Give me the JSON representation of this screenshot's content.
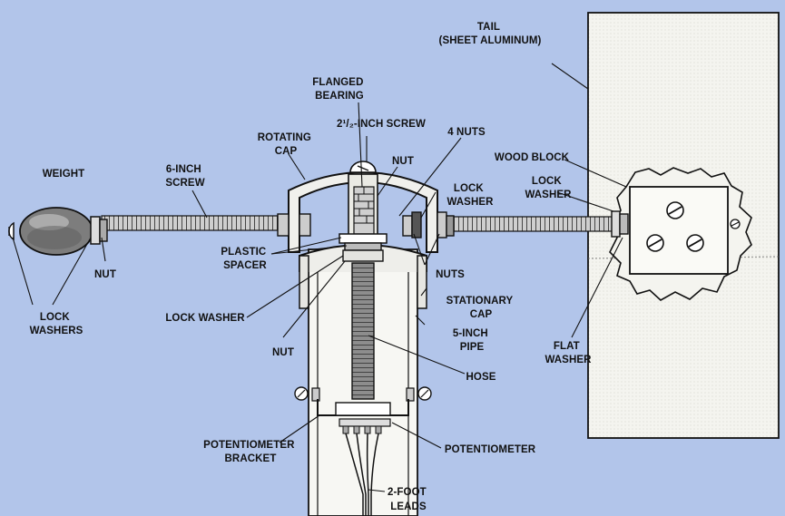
{
  "labels": {
    "tail": [
      "TAIL",
      "(SHEET ALUMINUM)"
    ],
    "flanged_bearing": [
      "FLANGED",
      "BEARING"
    ],
    "screw_2_5": "2¹/₂-INCH SCREW",
    "rotating_cap": [
      "ROTATING",
      "CAP"
    ],
    "four_nuts": "4 NUTS",
    "nut_top": "NUT",
    "weight": "WEIGHT",
    "six_inch_screw": [
      "6-INCH",
      "SCREW"
    ],
    "lock_washer_right": [
      "LOCK",
      "WASHER"
    ],
    "wood_block": "WOOD BLOCK",
    "lock_washer_block": [
      "LOCK",
      "WASHER"
    ],
    "plastic_spacer": [
      "PLASTIC",
      "SPACER"
    ],
    "nut_left": "NUT",
    "nuts_right": "NUTS",
    "lock_washers": [
      "LOCK",
      "WASHERS"
    ],
    "stationary_cap": [
      "STATIONARY",
      "CAP"
    ],
    "lock_washer_left": "LOCK WASHER",
    "five_inch_pipe": [
      "5-INCH",
      "PIPE"
    ],
    "nut_low": "NUT",
    "flat_washer": [
      "FLAT",
      "WASHER"
    ],
    "hose": "HOSE",
    "pot_bracket": [
      "POTENTIOMETER",
      "BRACKET"
    ],
    "potentiometer": "POTENTIOMETER",
    "leads": [
      "2-FOOT",
      "LEADS"
    ]
  },
  "colors": {
    "background": "#b2c5ea",
    "ink": "#111111",
    "paper": "#f2f2ee"
  }
}
